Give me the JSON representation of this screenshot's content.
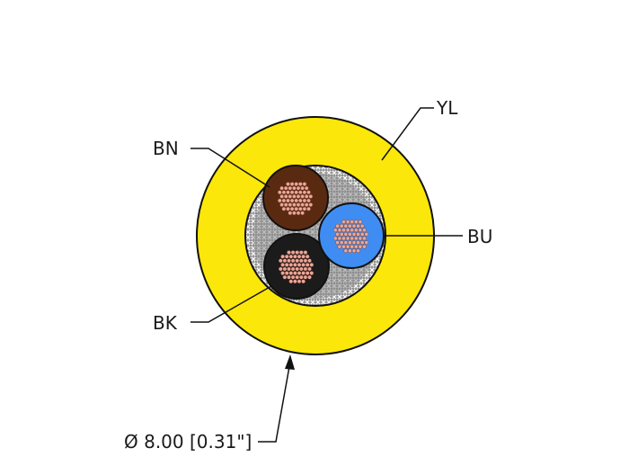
{
  "labels": {
    "yl": "YL",
    "bn": "BN",
    "bu": "BU",
    "bk": "BK",
    "diameter": "Ø 8.00 [0.31\"]"
  },
  "colors": {
    "jacket_yellow": "#fbe70a",
    "brown_insulation": "#5a2a10",
    "blue_insulation": "#3f8df2",
    "black_insulation": "#1b1b1b",
    "copper_strand": "#e8a898",
    "filler_gray": "#8d8d8d",
    "outline": "#111111"
  }
}
